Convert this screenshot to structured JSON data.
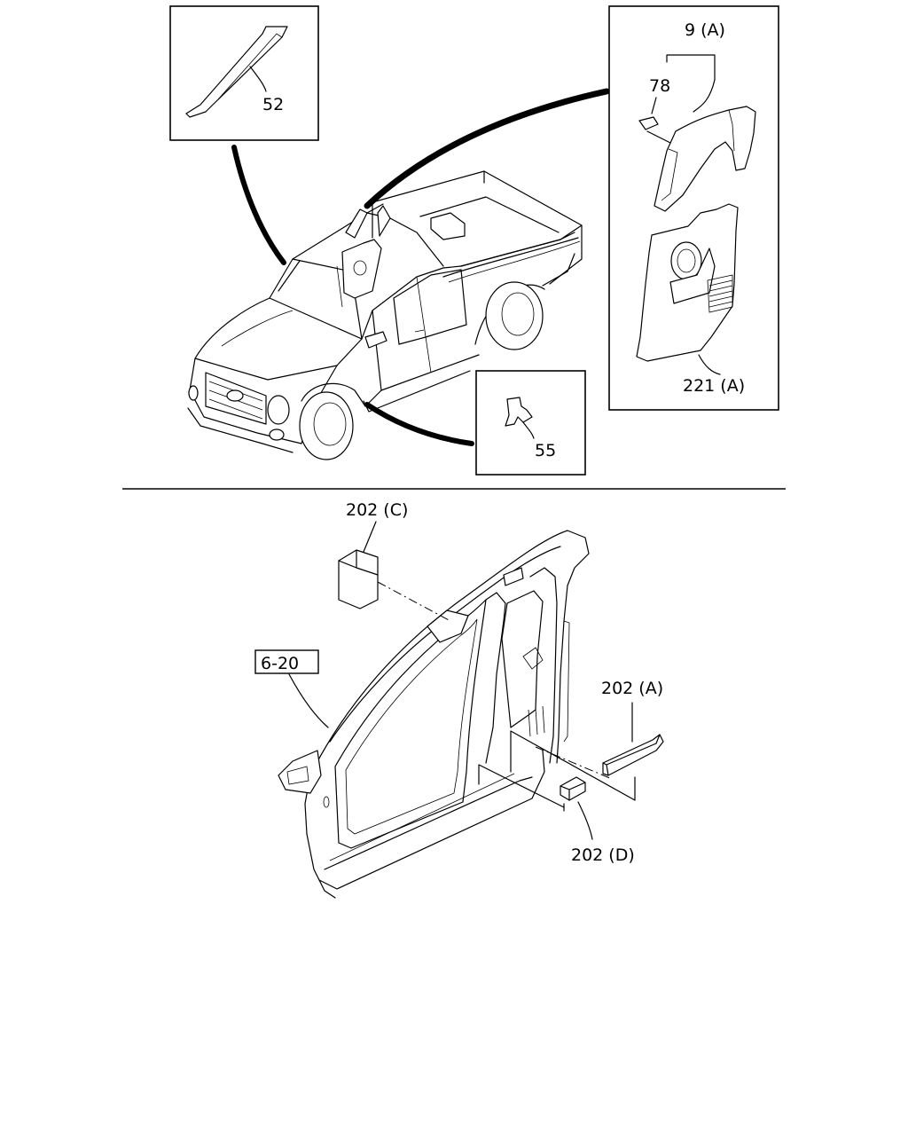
{
  "callouts": {
    "a_pillar_trim": "52",
    "rear_trim_assembly": "9 (A)",
    "clip": "78",
    "quarter_trim": "221 (A)",
    "bracket": "55",
    "reference_box": "6-20",
    "insulator_c": "202 (C)",
    "insulator_a": "202 (A)",
    "insulator_d": "202 (D)"
  }
}
